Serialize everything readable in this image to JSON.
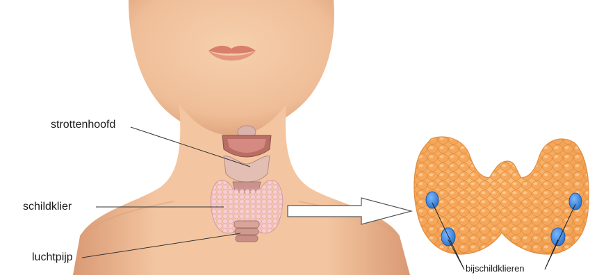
{
  "labels": {
    "larynx": "strottenhoofd",
    "thyroid": "schildklier",
    "trachea": "luchtpijp",
    "parathyroids": "bijschildklieren"
  },
  "colors": {
    "skin": "#f3c7a3",
    "skin_shadow": "#dea67f",
    "lips": "#dd8a76",
    "thyroid_lobe": "#f6a85a",
    "thyroid_lobule_highlight": "#ffd29e",
    "parathyroid": "#3f8ee6",
    "larynx_cartilage": "#c78a7a",
    "thyroid_small": "#f2c3c9"
  }
}
